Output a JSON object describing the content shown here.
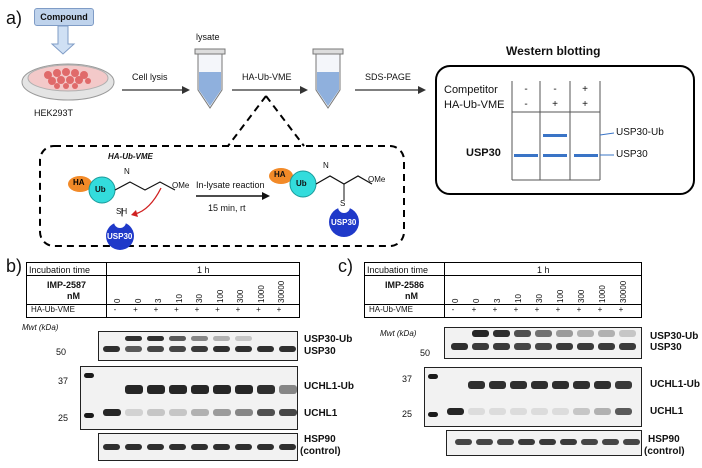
{
  "panel_a": {
    "label": "a)",
    "compound": "Compound",
    "cell_line": "HEK293T",
    "step1": "Cell lysis",
    "lysate": "lysate",
    "step2": "HA-Ub-VME",
    "step3": "SDS-PAGE",
    "probe_title": "HA-Ub-VME",
    "reaction": "In-lysate reaction",
    "reaction_cond": "15 min, rt",
    "ha": "HA",
    "ub": "Ub",
    "usp30": "USP30",
    "sh": "SH",
    "s": "S",
    "nh": "N",
    "ome": "OMe",
    "western": {
      "title": "Western blotting",
      "row1": "Competitor",
      "row2": "HA-Ub-VME",
      "row1_vals": [
        "-",
        "-",
        "+"
      ],
      "row2_vals": [
        "-",
        "+",
        "+"
      ],
      "protein": "USP30",
      "band_upper": "USP30-Ub",
      "band_lower": "USP30"
    }
  },
  "panel_b": {
    "label": "b)",
    "incubation_label": "Incubation time",
    "incubation_value": "1 h",
    "compound": "IMP-2587",
    "unit": "nM",
    "concentrations": [
      "0",
      "0",
      "3",
      "10",
      "30",
      "100",
      "300",
      "1000",
      "30000"
    ],
    "probe_label": "HA-Ub-VME",
    "probe_vals": [
      "-",
      "+",
      "+",
      "+",
      "+",
      "+",
      "+",
      "+",
      "+"
    ],
    "mw_label": "Mwt (kDa)",
    "mw_50": "50",
    "mw_37": "37",
    "mw_25": "25",
    "usp30_ub": "USP30-Ub",
    "usp30": "USP30",
    "uchl1_ub": "UCHL1-Ub",
    "uchl1": "UCHL1",
    "hsp90": "HSP90",
    "control": "(control)"
  },
  "panel_c": {
    "label": "c)",
    "incubation_label": "Incubation time",
    "incubation_value": "1 h",
    "compound": "IMP-2586",
    "unit": "nM",
    "concentrations": [
      "0",
      "0",
      "3",
      "10",
      "30",
      "100",
      "300",
      "1000",
      "30000"
    ],
    "probe_label": "HA-Ub-VME",
    "probe_vals": [
      "-",
      "+",
      "+",
      "+",
      "+",
      "+",
      "+",
      "+",
      "+"
    ],
    "mw_label": "Mwt (kDa)",
    "mw_50": "50",
    "mw_37": "37",
    "mw_25": "25",
    "usp30_ub": "USP30-Ub",
    "usp30": "USP30",
    "uchl1_ub": "UCHL1-Ub",
    "uchl1": "UCHL1",
    "hsp90": "HSP90",
    "control": "(control)"
  }
}
